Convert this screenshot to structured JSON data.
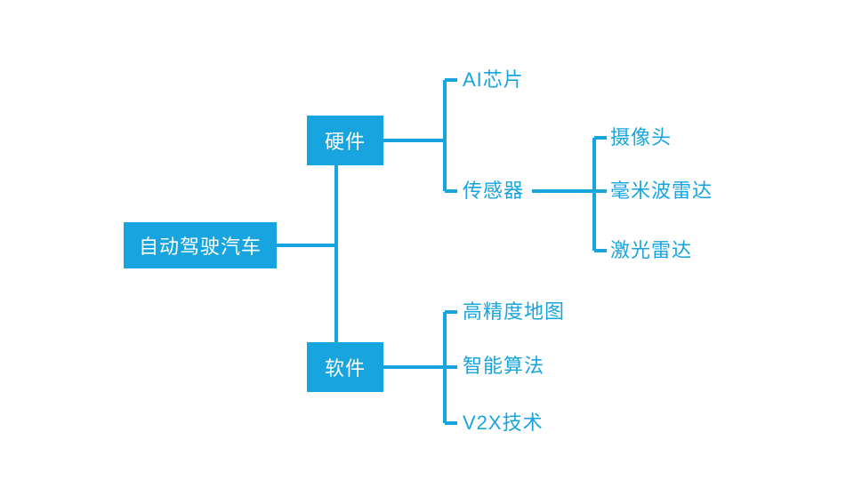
{
  "diagram": {
    "background": "#ffffff",
    "colors": {
      "accent": "#18a5df",
      "node_text": "#ffffff"
    },
    "root": {
      "label": "自动驾驶汽车"
    },
    "branches": [
      {
        "label": "硬件",
        "children": [
          {
            "label": "AI芯片"
          },
          {
            "label": "传感器",
            "children": [
              {
                "label": "摄像头"
              },
              {
                "label": "毫米波雷达"
              },
              {
                "label": "激光雷达"
              }
            ]
          }
        ]
      },
      {
        "label": "软件",
        "children": [
          {
            "label": "高精度地图"
          },
          {
            "label": "智能算法"
          },
          {
            "label": "V2X技术"
          }
        ]
      }
    ]
  }
}
